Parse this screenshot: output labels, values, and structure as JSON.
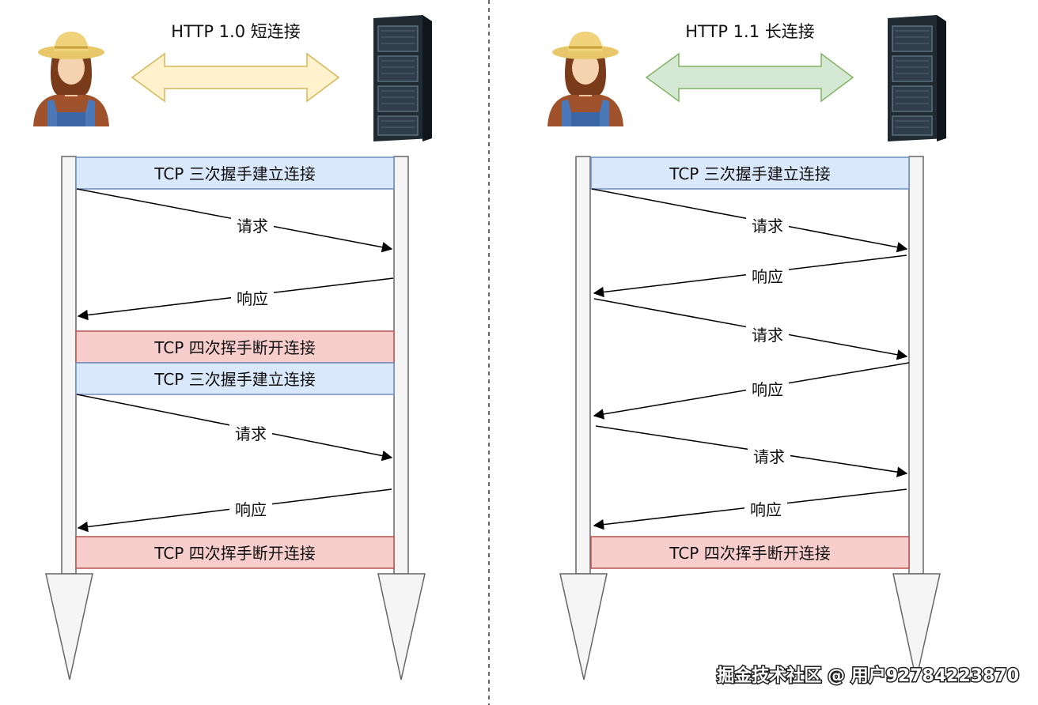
{
  "colors": {
    "connect_box": "#dae8fc",
    "connect_border": "#6c8ebf",
    "close_box": "#f8cecc",
    "close_border": "#b85450",
    "arrow_short": "#fff2cc",
    "arrow_short_border": "#d6b656",
    "arrow_long": "#d5e8d4",
    "arrow_long_border": "#82b366",
    "lifeline": "#f5f5f5",
    "lifeline_border": "#666666"
  },
  "left": {
    "title": "HTTP 1.0 短连接",
    "client_icon": "farmer-user-icon",
    "server_icon": "server-rack-icon",
    "steps": [
      "TCP 三次握手建立连接",
      "请求",
      "响应",
      "TCP 四次挥手断开连接",
      "TCP 三次握手建立连接",
      "请求",
      "响应",
      "TCP 四次挥手断开连接"
    ]
  },
  "right": {
    "title": "HTTP 1.1 长连接",
    "client_icon": "farmer-user-icon",
    "server_icon": "server-rack-icon",
    "steps": [
      "TCP 三次握手建立连接",
      "请求",
      "响应",
      "请求",
      "响应",
      "请求",
      "响应",
      "TCP 四次挥手断开连接"
    ]
  },
  "watermark": "掘金技术社区 @ 用户92784223870"
}
